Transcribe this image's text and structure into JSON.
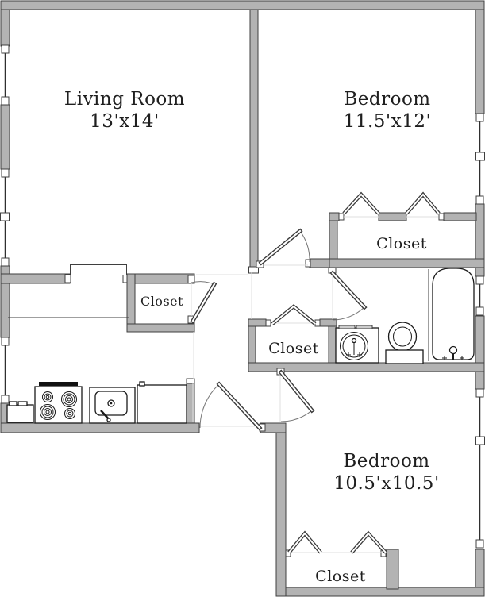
{
  "rooms": [
    {
      "id": "living-room",
      "name": "Living Room",
      "dimensions": "13'x14'"
    },
    {
      "id": "bedroom-1",
      "name": "Bedroom",
      "dimensions": "11.5'x12'"
    },
    {
      "id": "bedroom-2",
      "name": "Bedroom",
      "dimensions": "10.5'x10.5'"
    }
  ],
  "closets": [
    {
      "id": "bedroom-1-closet",
      "label": "Closet"
    },
    {
      "id": "living-room-closet",
      "label": "Closet"
    },
    {
      "id": "hall-closet",
      "label": "Closet"
    },
    {
      "id": "bedroom-2-closet",
      "label": "Closet"
    }
  ],
  "fixtures": {
    "stove": "stove-icon",
    "kitchen_sink": "kitchen-sink-icon",
    "kitchen_counter": "kitchen-counter-icon",
    "bathroom_sink": "bathroom-sink-icon",
    "toilet": "toilet-icon",
    "bathtub": "bathtub-icon"
  },
  "colors": {
    "wall": "#b3b3b3",
    "outline": "#3f3f3f",
    "fixture": "#1a1a1a",
    "background": "#ffffff",
    "text": "#1f1f1f"
  }
}
